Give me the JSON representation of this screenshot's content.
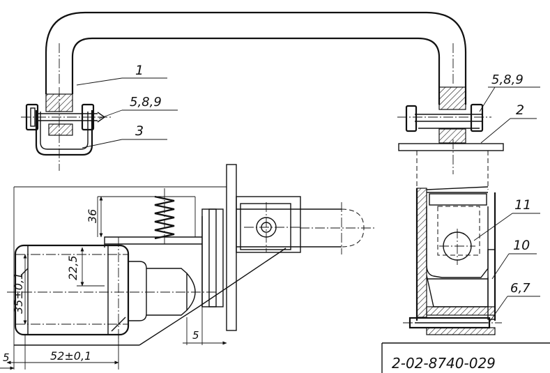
{
  "labels": {
    "part_1": "1",
    "part_2": "2",
    "part_3": "3",
    "part_10": "10",
    "part_11": "11",
    "callout_left_589": "5,8,9",
    "callout_right_589": "5,8,9",
    "callout_67": "6,7"
  },
  "dimensions": {
    "dim_36": "36",
    "dim_22_5": "22,5",
    "dim_35": "35±0,1",
    "dim_52": "52±0,1",
    "dim_5_bottom": "5",
    "dim_5_left": "5"
  },
  "title_block": {
    "drawing_number": "2-02-8740-029"
  }
}
